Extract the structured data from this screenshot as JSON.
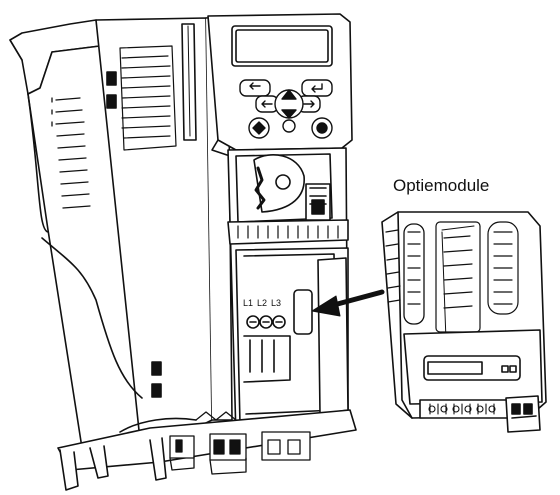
{
  "callout": {
    "label": "Optiemodule"
  },
  "terminals": [
    "L1",
    "L2",
    "L3"
  ],
  "colors": {
    "line": "#111111",
    "fill": "#ffffff",
    "shade": "#222222",
    "light": "#e8e8e8"
  },
  "icons": {
    "keypad": [
      "back-arrow-icon",
      "up-arrow-icon",
      "down-arrow-icon",
      "left-arrow-icon",
      "right-arrow-icon",
      "enter-icon",
      "start-icon",
      "stop-icon"
    ]
  }
}
